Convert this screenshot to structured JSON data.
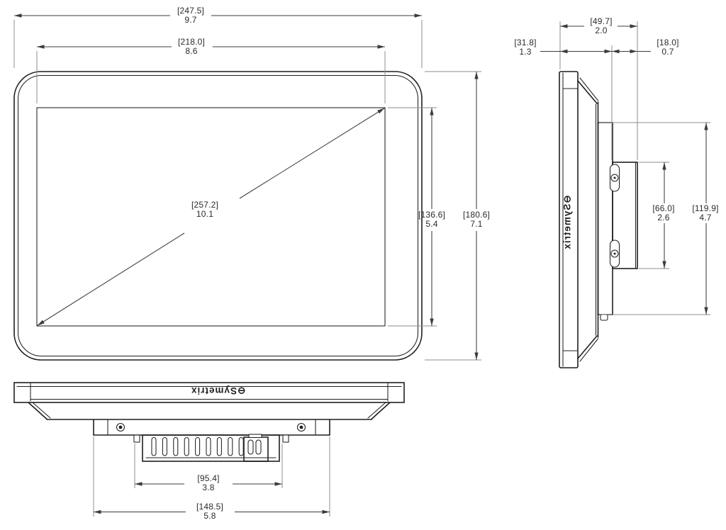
{
  "logo": {
    "mark": "⊖",
    "text": "Symetrix"
  },
  "colors": {
    "object_line": "#1f1f1f",
    "extension_line": "#8c8c8c",
    "dimension_line": "#3c3c3c",
    "background": "#ffffff"
  },
  "front_view": {
    "dims": {
      "overall_width": {
        "mm": "[247.5]",
        "inches": "9.7"
      },
      "screen_width": {
        "mm": "[218.0]",
        "inches": "8.6"
      },
      "diagonal": {
        "mm": "[257.2]",
        "inches": "10.1"
      },
      "screen_height": {
        "mm": "[136.6]",
        "inches": "5.4"
      },
      "overall_height": {
        "mm": "[180.6]",
        "inches": "7.1"
      }
    }
  },
  "side_view": {
    "dims": {
      "overall_depth": {
        "mm": "[49.7]",
        "inches": "2.0"
      },
      "front_depth": {
        "mm": "[31.8]",
        "inches": "1.3"
      },
      "mount_depth": {
        "mm": "[18.0]",
        "inches": "0.7"
      },
      "mount_height": {
        "mm": "[66.0]",
        "inches": "2.6"
      },
      "housing_height": {
        "mm": "[119.9]",
        "inches": "4.7"
      }
    }
  },
  "bottom_view": {
    "dims": {
      "vent_width": {
        "mm": "[95.4]",
        "inches": "3.8"
      },
      "mount_plate_width": {
        "mm": "[148.5]",
        "inches": "5.8"
      }
    }
  }
}
